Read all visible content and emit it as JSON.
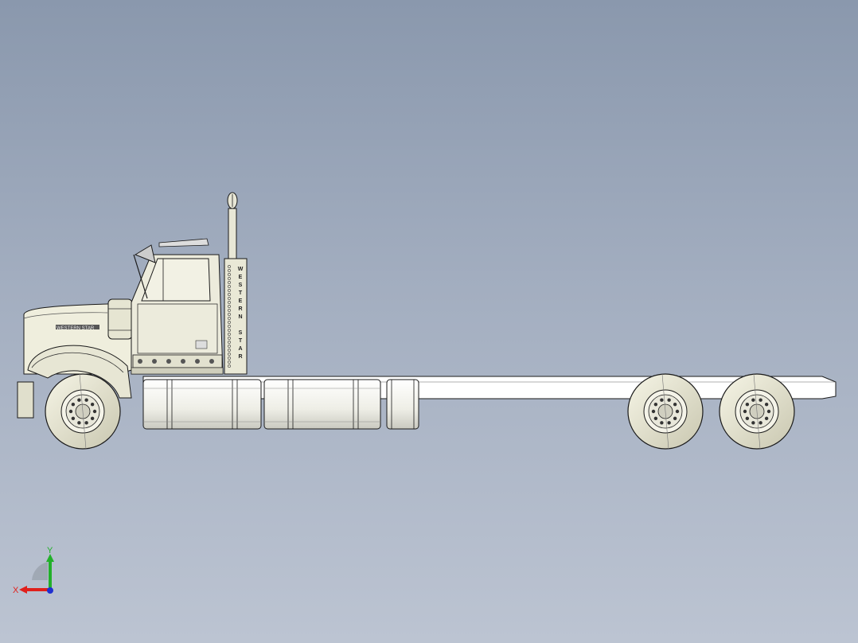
{
  "viewport": {
    "background_top": "#8a98ad",
    "background_bottom": "#bcc4d2"
  },
  "model": {
    "name_plate_text": "WESTERN STAR",
    "stack_letters": [
      "W",
      "E",
      "S",
      "T",
      "E",
      "R",
      "N",
      "",
      "S",
      "T",
      "A",
      "R"
    ],
    "body_color": "#ecebdc",
    "tire_color": "#eeecd8",
    "edge_color": "#1a1a1a",
    "frame_color": "#ffffff"
  },
  "triad": {
    "x_label": "X",
    "y_label": "Y",
    "x_color": "#e0201c",
    "y_color": "#22b02a",
    "z_color": "#2030d0"
  }
}
